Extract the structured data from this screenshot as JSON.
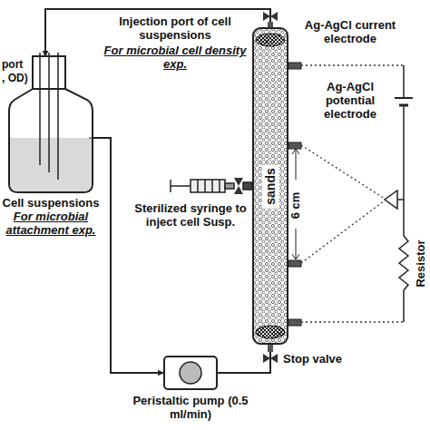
{
  "diagram": {
    "nodes": [
      {
        "text": [
          "Cell suspensions",
          "For microbial attachment exp."
        ]
      },
      {
        "text": [
          "sands"
        ]
      },
      {
        "text": [
          "Peristaltic pump (0.5 ml/min)"
        ]
      }
    ],
    "edges": [
      {
        "from": 0,
        "to": 2,
        "arrow": "to"
      },
      {
        "from": 2,
        "to": 1,
        "arrow": "to"
      },
      {
        "from": 1,
        "to": 0,
        "arrow": "to"
      }
    ],
    "labels": [
      "port",
      ", OD)",
      "Injection port of cell suspensions",
      "For microbial cell density exp.",
      "Ag-AgCl current electrode",
      "Ag-AgCl potential electrode",
      "6 cm",
      "Sterilized syringe to inject cell Susp.",
      "Stop valve",
      "Resistor"
    ]
  }
}
